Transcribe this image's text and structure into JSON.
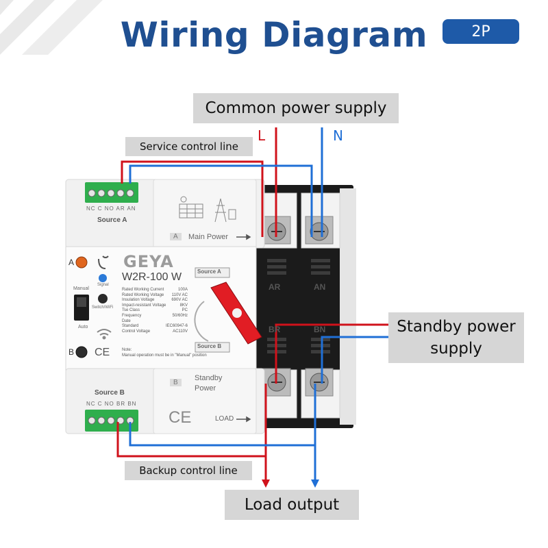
{
  "header": {
    "title": "Wiring Diagram",
    "badge": "2P"
  },
  "labels": {
    "common_power": "Common power supply",
    "service_line": "Service control line",
    "standby_line1": "Standby power",
    "standby_line2": "supply",
    "backup_line": "Backup control line",
    "load_output": "Load output"
  },
  "wires": {
    "live": "L",
    "neutral": "N",
    "live_color": "#d0121b",
    "neutral_color": "#1f6fd6"
  },
  "device": {
    "brand": "GEYA",
    "model": "W2R-100 W",
    "source_a_terminals": "NC C NO AR AN",
    "source_a_label": "Source A",
    "source_b_label": "Source B",
    "source_b_terminals": "NC C NO BR BN",
    "main_power_letter": "A",
    "main_power": "Main Power",
    "standby_letter": "B",
    "standby_power_1": "Standby",
    "standby_power_2": "Power",
    "load": "LOAD",
    "indicator_a": "A",
    "indicator_b": "B",
    "signal": "Signal",
    "switch_wifi": "Switch/WiFi",
    "manual": "Manual",
    "auto": "Auto",
    "ce": "CE",
    "switch_source_a": "Source A",
    "switch_source_b": "Source B",
    "terminal_ar": "AR",
    "terminal_an": "AN",
    "terminal_br": "BR",
    "terminal_bn": "BN",
    "specs": [
      {
        "k": "Rated Working Current",
        "v": "100A"
      },
      {
        "k": "Rated Working Voltage",
        "v": "110V AC"
      },
      {
        "k": "Insulation Voltage",
        "v": "690V AC"
      },
      {
        "k": "Impact-resistant Voltage",
        "v": "8KV"
      },
      {
        "k": "Tse Class",
        "v": "PC"
      },
      {
        "k": "Frequency",
        "v": "50/60Hz"
      },
      {
        "k": "Date",
        "v": ""
      },
      {
        "k": "Standard",
        "v": "IEC60947-6"
      },
      {
        "k": "Control Voltage",
        "v": "AC110V"
      }
    ],
    "note_1": "Note:",
    "note_2": "Manual operation must be in \"Manual\" position"
  }
}
